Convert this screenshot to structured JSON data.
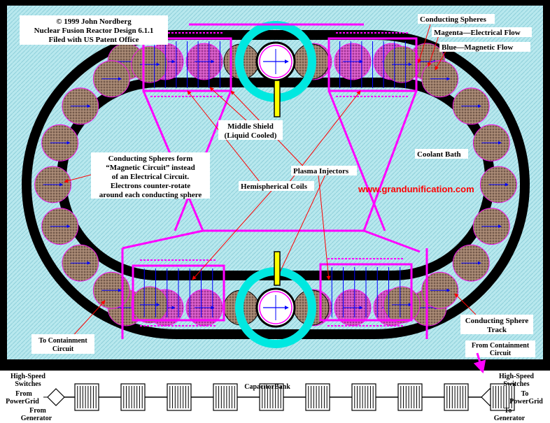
{
  "colors": {
    "background": "#000000",
    "coolant": "#b8e8ee",
    "track": "#000000",
    "sphere": "#9e7e6a",
    "sphere_energized": "#d050c0",
    "magenta_flow": "#ff00ff",
    "blue_flow": "#0000ff",
    "shield": "#00e8e0",
    "injector": "#ffff00",
    "url": "#ff0000",
    "label_bg": "#ffffff"
  },
  "header": {
    "line1": "© 1999 John Nordberg",
    "line2": "Nuclear Fusion Reactor Design 6.1.1",
    "line3": "Filed with US Patent Office"
  },
  "legend": {
    "conducting_spheres": "Conducting Spheres",
    "magenta": "Magenta—Electrical Flow",
    "blue": "Blue—Magnetic Flow"
  },
  "labels": {
    "middle_shield_1": "Middle Shield",
    "middle_shield_2": "(Liquid Cooled)",
    "coolant_bath": "Coolant Bath",
    "plasma_injectors": "Plasma Injectors",
    "hemispherical_coils": "Hemispherical Coils",
    "url": "www.grandunification.com",
    "magnetic_circuit_1": "Conducting Spheres form",
    "magnetic_circuit_2": "“Magnetic Circuit” instead",
    "magnetic_circuit_3": "of an Electrical Circuit.",
    "magnetic_circuit_4": "Electrons counter-rotate",
    "magnetic_circuit_5": "around each conducting sphere",
    "sphere_track_1": "Conducting Sphere",
    "sphere_track_2": "Track",
    "to_containment_1": "To Containment",
    "to_containment_2": "Circuit",
    "from_containment_1": "From Containment",
    "from_containment_2": "Circuit"
  },
  "circuit": {
    "left_switches_1": "High-Speed",
    "left_switches_2": "Switches",
    "from_powergrid_1": "From",
    "from_powergrid_2": "PowerGrid",
    "from_generator_1": "From",
    "from_generator_2": "Generator",
    "capacitor_bank": "CapacitorBank",
    "right_switches_1": "High-Speed",
    "right_switches_2": "Switches",
    "to_powergrid_1": "To",
    "to_powergrid_2": "PowerGrid",
    "to_generator_1": "To",
    "to_generator_2": "Generator",
    "capacitor_count": 10
  }
}
